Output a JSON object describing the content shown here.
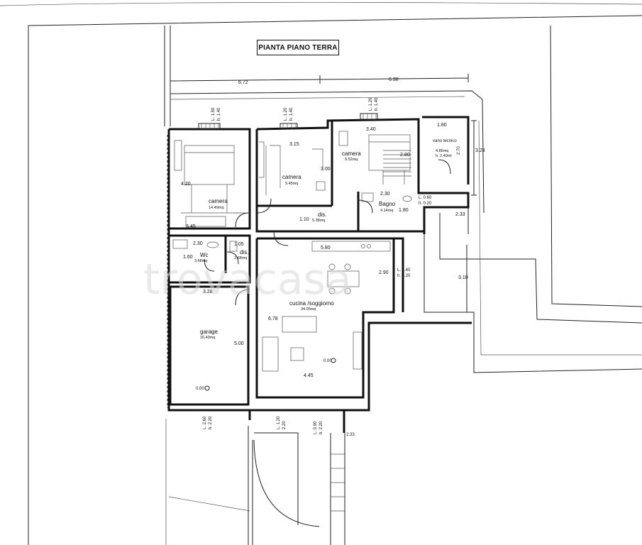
{
  "title": "PIANTA PIANO TERRA",
  "watermark": "trovacasa",
  "rooms": {
    "camera_a": {
      "name": "camera",
      "area": "14.49mq"
    },
    "camera_b": {
      "name": "camera",
      "area": "9.45mq"
    },
    "camera_c": {
      "name": "camera",
      "area": "9.52mq"
    },
    "vano_tecnico": {
      "name": "vano tecnico",
      "area": "4.86mq",
      "height": "h. 2.40ml"
    },
    "bagno": {
      "name": "Bagno",
      "area": "4.14mq"
    },
    "dis_a": {
      "name": "dis.",
      "area": "5.38mq"
    },
    "wc": {
      "name": "Wc",
      "area": "3.68mq"
    },
    "dis_b": {
      "name": "dis.",
      "area": "1.68mq"
    },
    "cucina": {
      "name": "cucina /soggiorno",
      "area": "34.05mq"
    },
    "garage": {
      "name": "garage",
      "area": "16.40mq"
    }
  },
  "dimensions": {
    "top_left": "6.72",
    "top_right": "6.38",
    "cam_a_depth": "4.20",
    "cam_a_width": "3.45",
    "cam_b_width": "3.15",
    "cam_b_depth": "3.00",
    "cam_c_width": "3.40",
    "cam_c_depth": "2.80",
    "vano_width": "1.80",
    "vano_depth": "2.70",
    "right_328": "3.28",
    "right_233": "2.33",
    "right_310": "3.10",
    "bagno_width": "2.30",
    "bagno_depth": "1.80",
    "dis_width": "1.10",
    "wc_width": "2.30",
    "wc_depth": "1.60",
    "dis2_width": "1.05",
    "kitchen_top": "5.80",
    "kitchen_side": "2.90",
    "kitchen_depth": "6.78",
    "kitchen_width": "4.45",
    "garage_width": "3.28",
    "garage_depth": "5.00",
    "bottom_233": "2.33"
  },
  "windows": {
    "w1": "L. 1.50",
    "w1h": "h. 1.40",
    "w2": "L. 1.20",
    "w2h": "h. 1.40",
    "w3": "L. 1.20",
    "w3h": "h. 1.40",
    "w4": "L. 0.60",
    "w4h": "h. 0.20",
    "w5": "L. 1.40",
    "w5h": "h. 2.20",
    "w6": "L. 2.60",
    "w6h": "h. 2.20",
    "w7": "L. 1.20",
    "w7h": "2.20",
    "w8": "L. 0.90",
    "w8h": "h. 2.20"
  },
  "levels": {
    "garage": "0.00",
    "kitchen": "0.00"
  }
}
